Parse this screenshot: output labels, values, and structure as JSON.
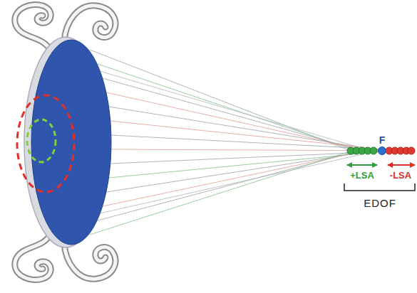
{
  "diagram": {
    "labels": [
      "F",
      "+LSA",
      "-LSA",
      "EDOF"
    ]
  }
}
